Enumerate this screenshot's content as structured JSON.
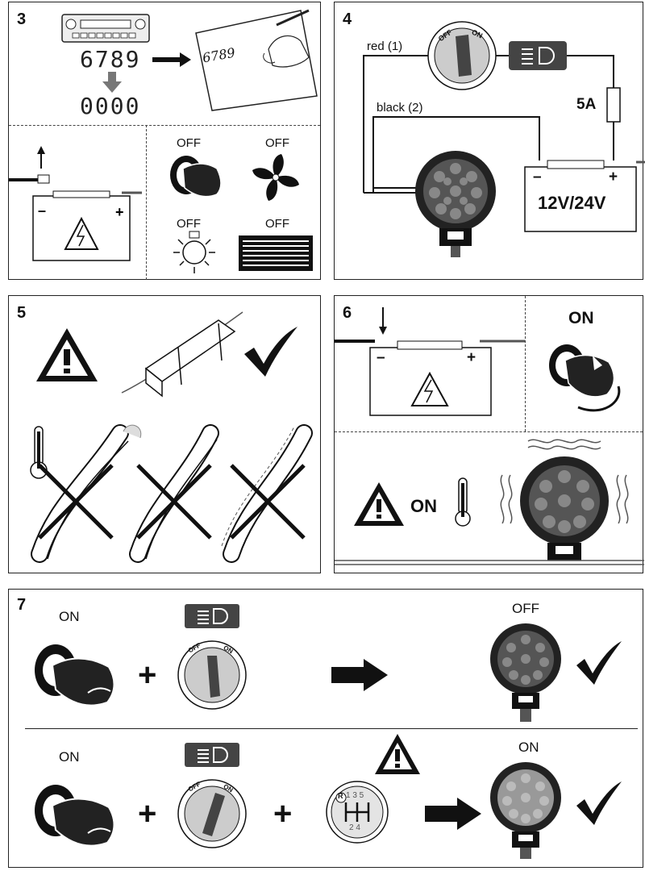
{
  "panel3": {
    "number": "3",
    "code_top": "6789",
    "code_bottom": "0000",
    "handwriting": "6789",
    "off1": "OFF",
    "off2": "OFF",
    "off3": "OFF",
    "off4": "OFF"
  },
  "panel4": {
    "number": "4",
    "red_label": "red (1)",
    "black_label": "black (2)",
    "fuse": "5A",
    "switch_off": "OFF",
    "switch_on": "ON",
    "battery_minus": "–",
    "battery_plus": "+",
    "voltage": "12V/24V"
  },
  "panel5": {
    "number": "5"
  },
  "panel6": {
    "number": "6",
    "on_top": "ON",
    "on_warning": "ON",
    "battery_minus": "–",
    "battery_plus": "+"
  },
  "panel7": {
    "number": "7",
    "row1_on": "ON",
    "row1_off": "OFF",
    "row2_on": "ON",
    "row2_on_right": "ON",
    "switch_off": "OFF",
    "switch_on": "ON",
    "gear_top": "1 3 5",
    "gear_bottom": "2 4",
    "gear_r": "R",
    "plus": "+"
  }
}
